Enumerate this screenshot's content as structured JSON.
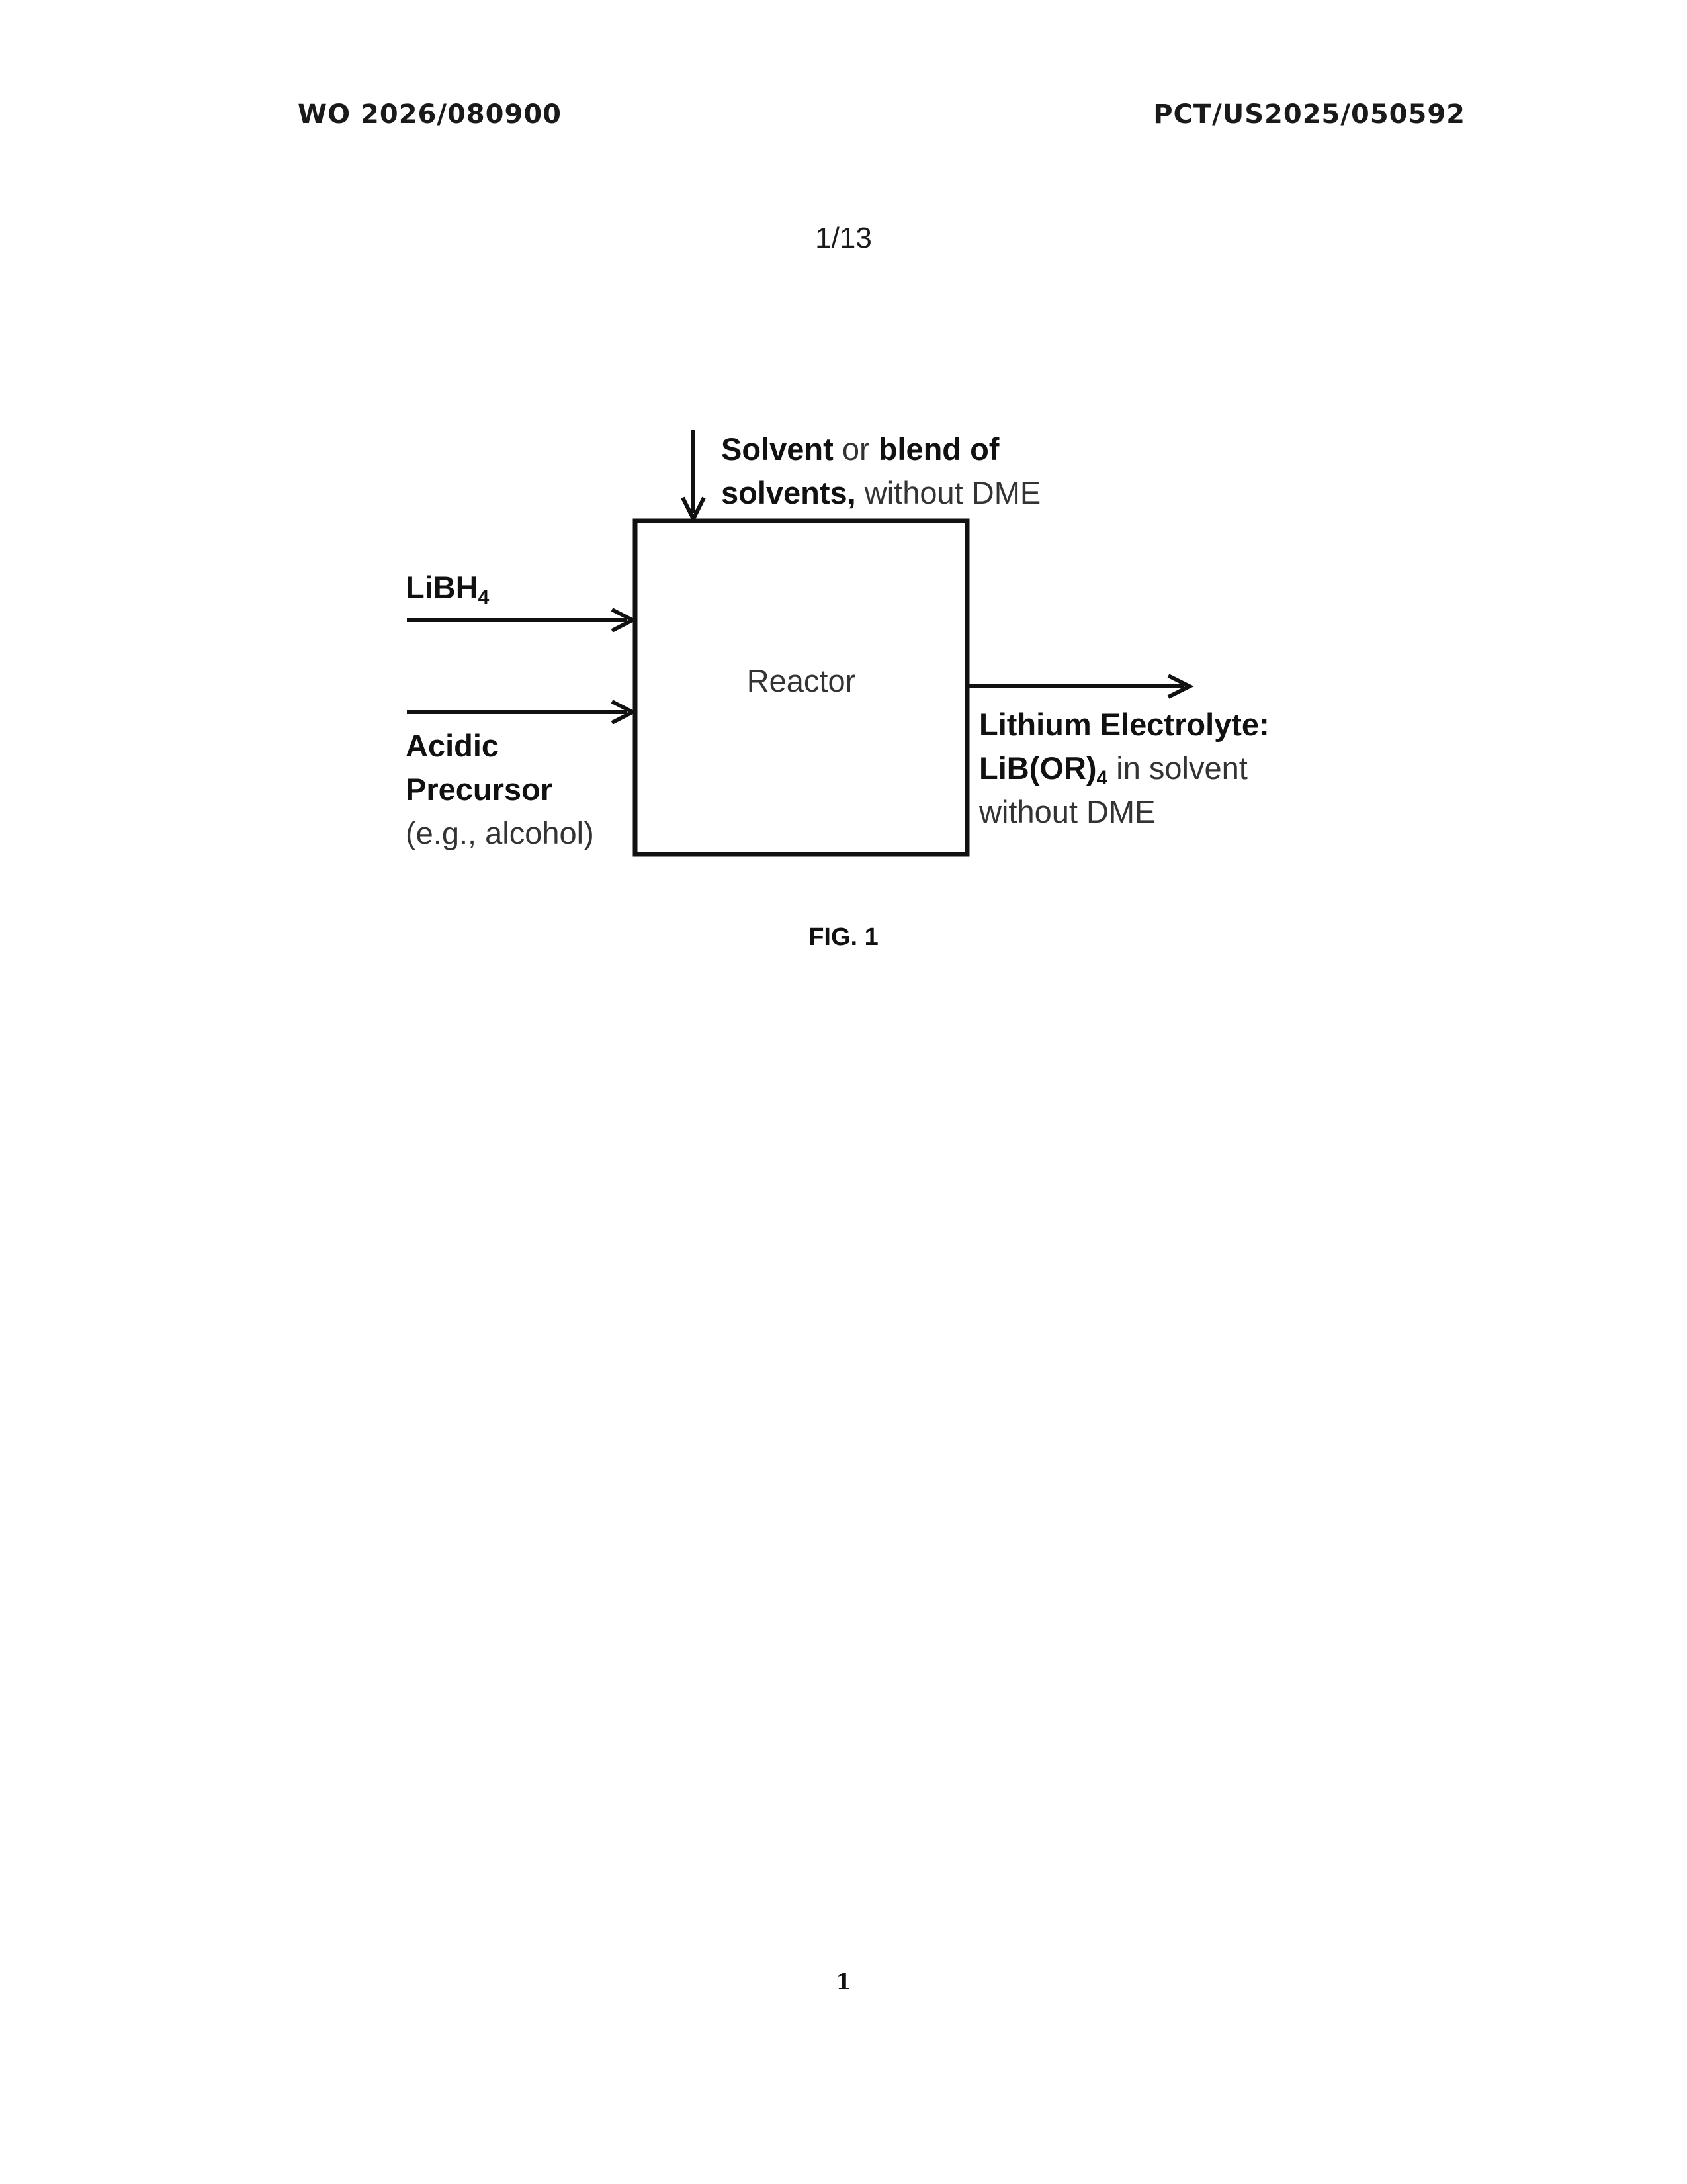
{
  "header": {
    "publication_number": "WO 2026/080900",
    "application_number": "PCT/US2025/050592"
  },
  "sheet": {
    "number": "1/13"
  },
  "diagram": {
    "reactor_label": "Reactor",
    "solvent_input": {
      "part1_bold": "Solvent",
      "part2": " or ",
      "part3_bold": "blend of",
      "part4_bold": "solvents,",
      "part5": " without DME"
    },
    "libh4_input": {
      "text": "LiBH",
      "subscript": "4"
    },
    "acidic_input": {
      "line1": "Acidic",
      "line2": "Precursor",
      "line3": "(e.g., alcohol)"
    },
    "output": {
      "line1": "Lithium Electrolyte:",
      "line2_bold": "LiB(OR)",
      "line2_sub": "4",
      "line2_rest": " in solvent",
      "line3": "without DME"
    }
  },
  "figure": {
    "caption": "FIG. 1"
  },
  "footer": {
    "page_number": "1"
  }
}
